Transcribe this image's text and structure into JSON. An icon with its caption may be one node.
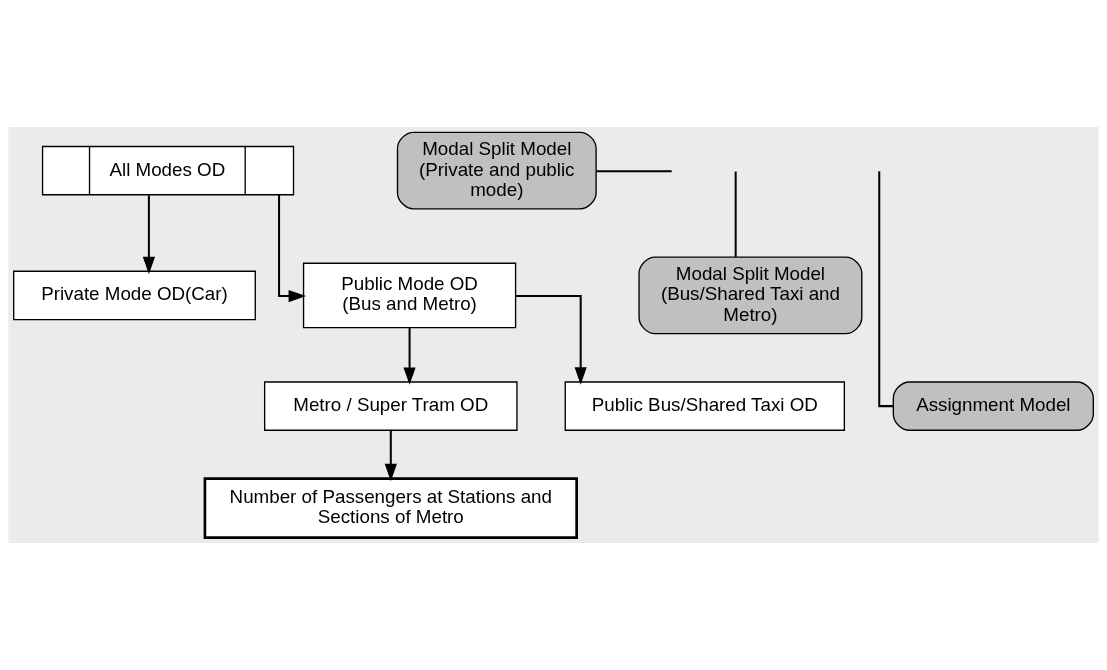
{
  "diagram": {
    "nodes": [
      {
        "text": [
          "All Modes OD"
        ]
      },
      {
        "text": [
          "Modal Split Model (Private and public mode)"
        ]
      },
      {
        "text": [
          "Private Mode OD(Car)"
        ]
      },
      {
        "text": [
          "Public Mode OD (Bus and Metro)"
        ]
      },
      {
        "text": [
          "Modal Split Model (Bus/Shared Taxi and Metro)"
        ]
      },
      {
        "text": [
          "Metro / Super Tram OD"
        ]
      },
      {
        "text": [
          "Public Bus/Shared Taxi OD"
        ]
      },
      {
        "text": [
          "Assignment Model"
        ]
      },
      {
        "text": [
          "Number of Passengers at Stations and Sections of Metro"
        ]
      }
    ],
    "edges": [
      {
        "from": 0,
        "to": 2,
        "arrow": "to"
      },
      {
        "from": 0,
        "to": 3,
        "arrow": "to"
      },
      {
        "from": 1,
        "to": null,
        "arrow": "none"
      },
      {
        "from": 3,
        "to": 5,
        "arrow": "to"
      },
      {
        "from": 3,
        "to": 6,
        "arrow": "to"
      },
      {
        "from": 4,
        "to": null,
        "arrow": "none"
      },
      {
        "from": 5,
        "to": 8,
        "arrow": "to"
      },
      {
        "from": 7,
        "to": null,
        "arrow": "none"
      }
    ]
  }
}
